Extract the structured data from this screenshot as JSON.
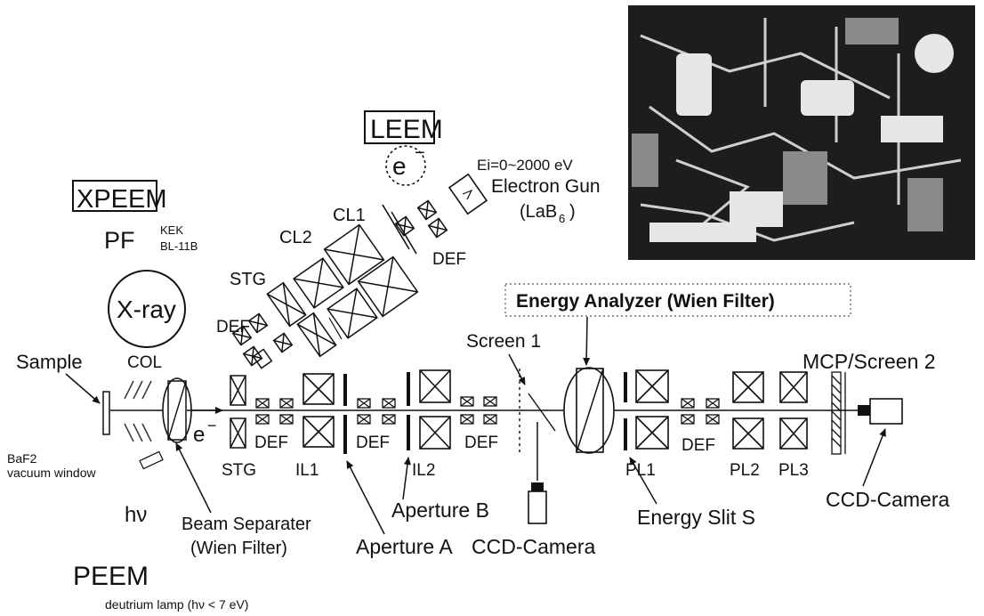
{
  "modes": {
    "leem": "LEEM",
    "xpeem": "XPEEM",
    "peem": "PEEM"
  },
  "gun": {
    "electron_symbol": "e",
    "energy_range": "Ei=0~2000 eV",
    "name": "Electron Gun",
    "cathode_prefix": "(LaB",
    "cathode_subscript": "6",
    "cathode_suffix": ")"
  },
  "xray_source": {
    "facility": "PF",
    "lab": "KEK",
    "beamline": "BL-11B",
    "circle_label": "X-ray"
  },
  "illumination_column": {
    "cl1": "CL1",
    "cl2": "CL2",
    "stg": "STG",
    "def_gun": "DEF",
    "def_lower": "DEF"
  },
  "main_column": {
    "sample": "Sample",
    "col": "COL",
    "window_line1": "BaF2",
    "window_line2": "vacuum window",
    "hv": "hν",
    "electron": "e",
    "stg": "STG",
    "def1": "DEF",
    "il1": "IL1",
    "def2": "DEF",
    "il2": "IL2",
    "def3": "DEF",
    "pl1": "PL1",
    "def4": "DEF",
    "pl2": "PL2",
    "pl3": "PL3"
  },
  "callouts": {
    "beam_separator_line1": "Beam Separater",
    "beam_separator_line2": "(Wien Filter)",
    "aperture_a": "Aperture A",
    "aperture_b": "Aperture B",
    "ccd_camera_1": "CCD-Camera",
    "screen_1": "Screen 1",
    "energy_analyzer": "Energy Analyzer (Wien Filter)",
    "energy_slit": "Energy Slit S",
    "mcp_screen": "MCP/Screen 2",
    "ccd_camera_2": "CCD-Camera"
  },
  "peem_source": "deutrium lamp (hν < 7 eV)"
}
